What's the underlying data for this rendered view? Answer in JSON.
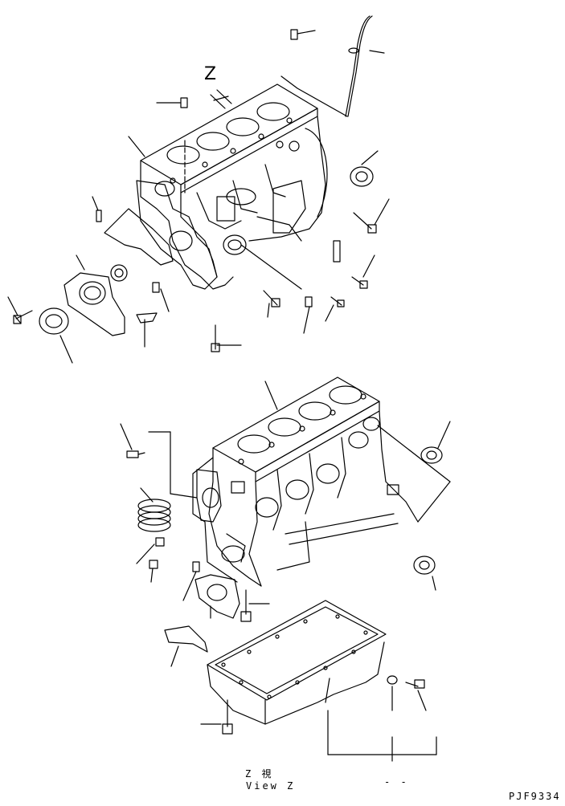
{
  "figure": {
    "arrow_label": "Z",
    "view_label_jp": "Z 視",
    "view_label_en": "View Z",
    "dash_mark": "- -",
    "drawing_code": "PJF9334"
  },
  "colors": {
    "line": "#000000",
    "background": "#ffffff"
  }
}
